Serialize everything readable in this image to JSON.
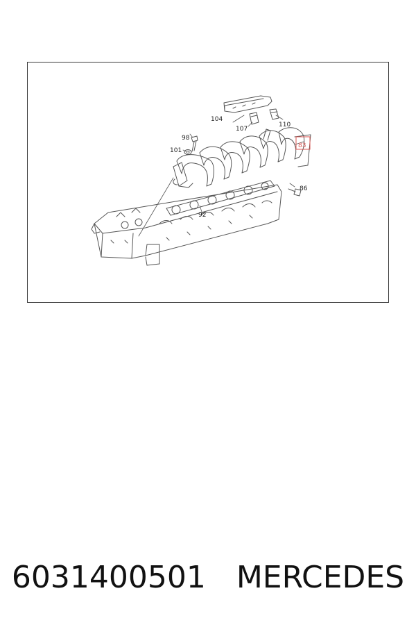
{
  "diagram": {
    "callouts": {
      "c104": "104",
      "c107": "107",
      "c110": "110",
      "c98": "98",
      "c101": "101",
      "c83": "83",
      "c86": "86",
      "c92": "92"
    },
    "highlight_color": "#d9534f",
    "line_color": "#555555"
  },
  "caption": {
    "part_number": "6031400501",
    "brand": "MERCEDES"
  }
}
